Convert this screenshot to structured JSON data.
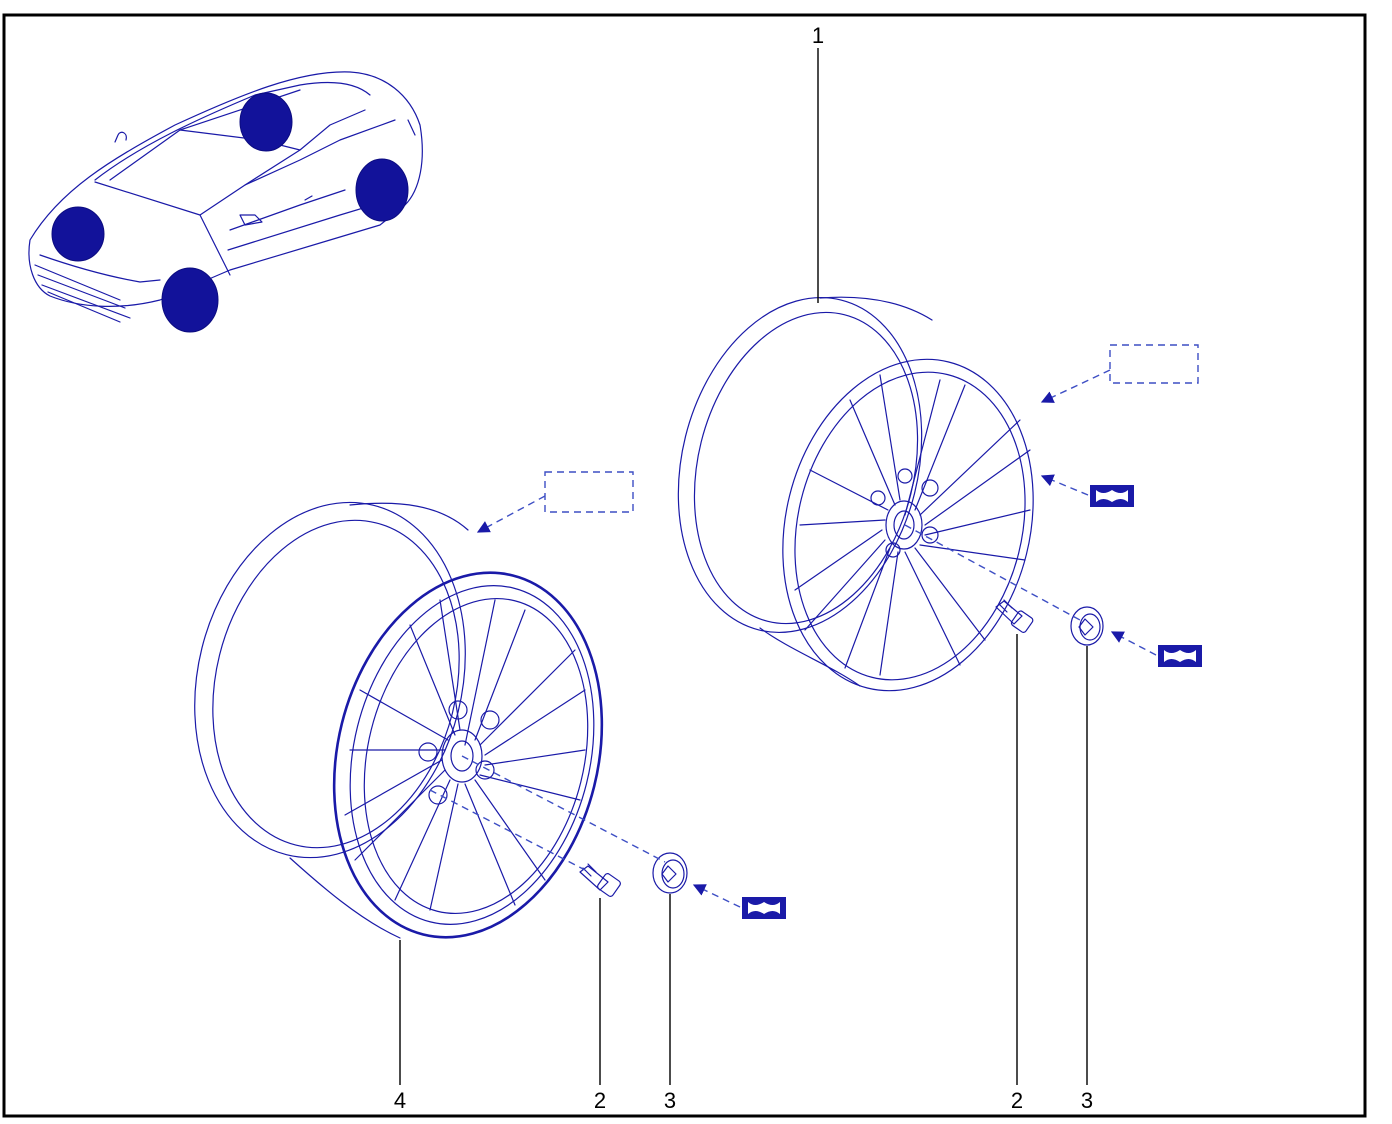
{
  "callouts": {
    "wheel_upper": "1",
    "bolt_right": "2",
    "cap_right": "3",
    "wheel_lower": "4",
    "bolt_left": "2",
    "cap_left": "3"
  },
  "colors": {
    "ink": "#1a1aa8",
    "highlight": "#12129a",
    "frame": "#000000"
  }
}
